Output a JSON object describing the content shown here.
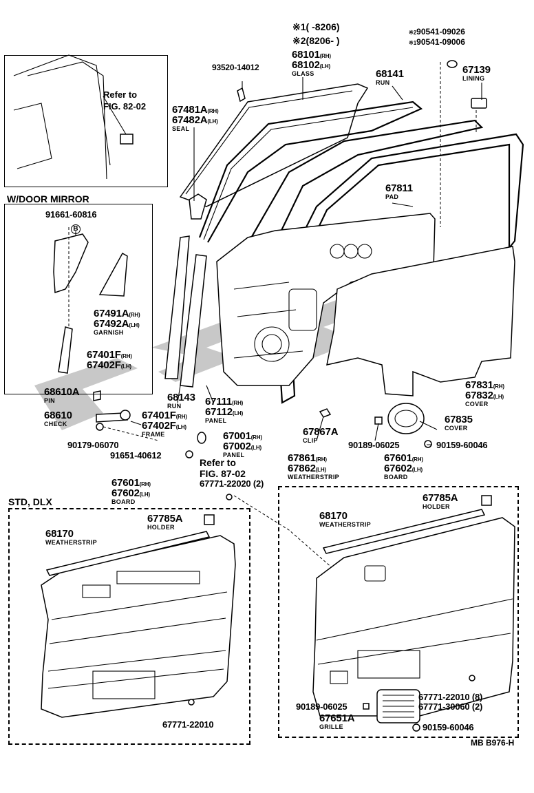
{
  "diagram": {
    "legend": {
      "row1_mark": "※1",
      "row1_range": "(      -8206)",
      "row2_mark": "※2",
      "row2_range": "(8206-        )"
    },
    "inset_top": {
      "refer_line1": "Refer to",
      "refer_line2": "FIG. 82-02"
    },
    "inset_mirror": {
      "title": "W/DOOR MIRROR"
    },
    "section_std": {
      "title": "STD, DLX"
    },
    "footer_code": "MB B976-H",
    "labels": {
      "p90541a": "90541-09026",
      "p90541a_mark": "※2",
      "p90541b": "90541-09006",
      "p90541b_mark": "※1",
      "p93520": "93520-14012",
      "p68101": "68101",
      "p68101_side": "(RH)",
      "p68102": "68102",
      "p68102_side": "(LH)",
      "glass": "GLASS",
      "p68141": "68141",
      "run": "RUN",
      "p67139": "67139",
      "lining": "LINING",
      "p67481a": "67481A",
      "p67481a_side": "(RH)",
      "p67482a": "67482A",
      "p67482a_side": "(LH)",
      "seal": "SEAL",
      "p91661": "91661-60816",
      "p67491a": "67491A",
      "p67491a_side": "(RH)",
      "p67492a": "67492A",
      "p67492a_side": "(LH)",
      "garnish": "GARNISH",
      "p67401f_m": "67401F",
      "p67401f_m_side": "(RH)",
      "p67402f_m": "67402F",
      "p67402f_m_side": "(LH)",
      "p67811": "67811",
      "pad": "PAD",
      "p68610a": "68610A",
      "pin": "PIN",
      "p68610": "68610",
      "check": "CHECK",
      "p90179": "90179-06070",
      "p68143": "68143",
      "run2": "RUN",
      "p67401f": "67401F",
      "p67401f_side": "(RH)",
      "p67402f": "67402F",
      "p67402f_side": "(LH)",
      "frame": "FRAME",
      "p67111": "67111",
      "p67111_side": "(RH)",
      "p67112": "67112",
      "p67112_side": "(LH)",
      "panel1": "PANEL",
      "p67001": "67001",
      "p67001_side": "(RH)",
      "p67002": "67002",
      "p67002_side": "(LH)",
      "panel2": "PANEL",
      "p67867a": "67867A",
      "clip": "CLIP",
      "p90189_a": "90189-06025",
      "p67831": "67831",
      "p67831_side": "(RH)",
      "p67832": "67832",
      "p67832_side": "(LH)",
      "cover": "COVER",
      "p67835": "67835",
      "cover2": "COVER",
      "p90159_a": "90159-60046",
      "p91651": "91651-40612",
      "refer2_line1": "Refer to",
      "refer2_line2": "FIG. 87-02",
      "p67771_2": "67771-22020 (2)",
      "p67861": "67861",
      "p67861_side": "(RH)",
      "p67862": "67862",
      "p67862_side": "(LH)",
      "weatherstrip_top": "WEATHERSTRIP",
      "p67601_r": "67601",
      "p67601_r_side": "(RH)",
      "p67602_r": "67602",
      "p67602_r_side": "(LH)",
      "board_r": "BOARD",
      "p67601_l": "67601",
      "p67601_l_side": "(RH)",
      "p67602_l": "67602",
      "p67602_l_side": "(LH)",
      "board_l": "BOARD",
      "p67785a_l": "67785A",
      "holder_l": "HOLDER",
      "p68170_l": "68170",
      "weatherstrip_l": "WEATHERSTRIP",
      "p67771_l": "67771-22010",
      "p67785a_r": "67785A",
      "holder_r": "HOLDER",
      "p68170_r": "68170",
      "weatherstrip_r": "WEATHERSTRIP",
      "p67771_8": "67771-22010 (8)",
      "p67771_30060": "67771-30060 (2)",
      "p90189_b": "90189-06025",
      "p67651a": "67651A",
      "grille": "GRILLE",
      "p90159_b": "90159-60046"
    }
  }
}
